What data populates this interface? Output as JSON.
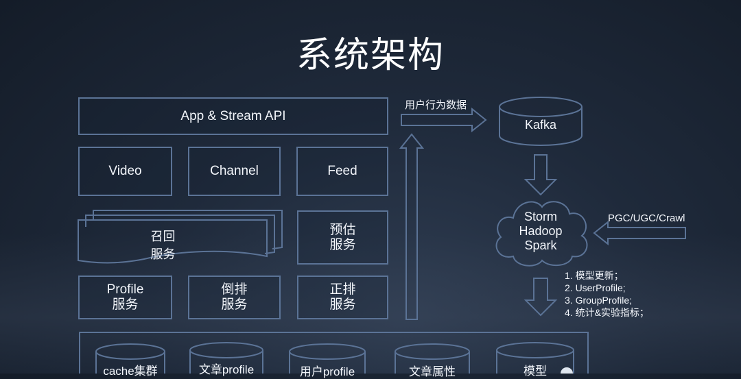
{
  "title": "系统架构",
  "api_box": "App & Stream API",
  "modules": {
    "video": "Video",
    "channel": "Channel",
    "feed": "Feed"
  },
  "services": {
    "recall": "召回\n服务",
    "estimate": "预估\n服务",
    "profile": "Profile\n服务",
    "inverted": "倒排\n服务",
    "forward": "正排\n服务"
  },
  "flow": {
    "user_behavior_label": "用户行为数据",
    "kafka": "Kafka",
    "compute": "Storm\nHadoop\nSpark",
    "external_source": "PGC/UGC/Crawl"
  },
  "outputs": [
    "1. 模型更新；",
    "2. UserProfile;",
    "3. GroupProfile;",
    "4. 统计&实验指标；"
  ],
  "storage": [
    "cache集群",
    "文章profile",
    "用户profile",
    "文章属性",
    "模型"
  ],
  "colors": {
    "border": "#5b7396",
    "text": "#f2f5fa",
    "background": "#1f2a3b"
  }
}
